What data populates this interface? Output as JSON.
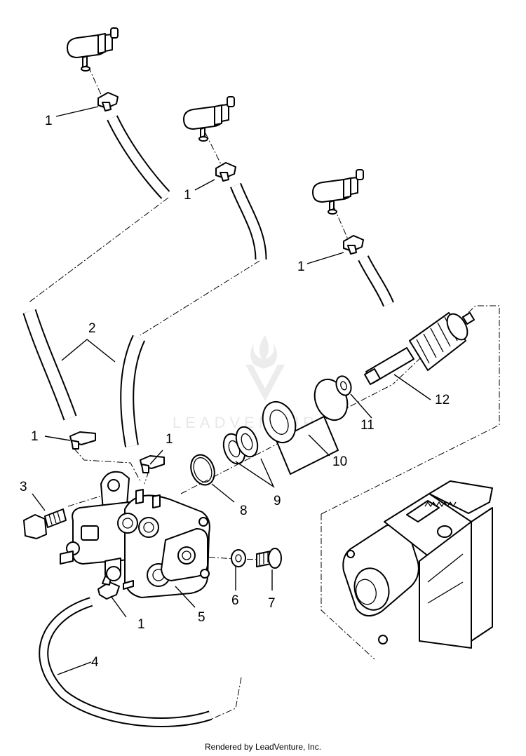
{
  "diagram": {
    "callouts": {
      "c1a": "1",
      "c1b": "1",
      "c1c": "1",
      "c1d": "1",
      "c1e": "1",
      "c1f": "1",
      "c2": "2",
      "c3": "3",
      "c4": "4",
      "c5": "5",
      "c6": "6",
      "c7": "7",
      "c8": "8",
      "c9": "9",
      "c10": "10",
      "c11": "11",
      "c12": "12"
    },
    "watermark": "LEADVENTURE"
  },
  "footer": {
    "text": "Rendered by LeadVenture, Inc."
  },
  "colors": {
    "line": "#000000",
    "background": "#ffffff",
    "watermark": "#e8e8e8"
  }
}
